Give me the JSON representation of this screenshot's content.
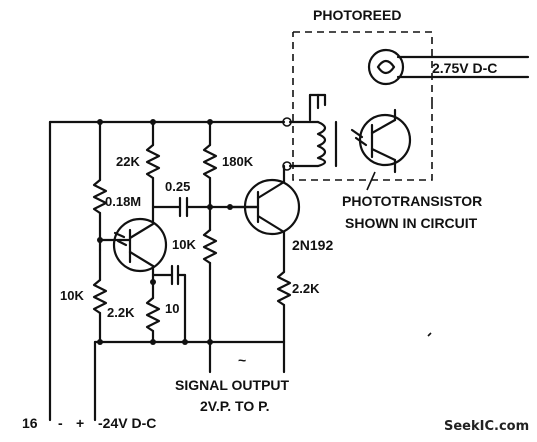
{
  "photoreed_label": "PHOTOREED",
  "lamp_voltage": "2.75V D-C",
  "phototransistor_label_line1": "PHOTOTRANSISTOR",
  "phototransistor_label_line2": "SHOWN IN CIRCUIT",
  "transistor_label": "2N192",
  "resistors": {
    "r_22k": "22K",
    "r_018m": "0.18M",
    "r_180k": "180K",
    "r_10k_mid": "10K",
    "r_10k_left": "10K",
    "r_22k_emitter": "2.2K",
    "r_22k_output": "2.2K"
  },
  "capacitors": {
    "c_025": "0.25",
    "c_10": "10"
  },
  "signal_output_line1": "SIGNAL OUTPUT",
  "signal_output_line2": "2V.P. TO P.",
  "ac_symbol": "~",
  "supply": {
    "index": "16",
    "minus": "-",
    "plus": "+",
    "voltage": "-24V D-C"
  },
  "watermark": "SeekIC.com"
}
